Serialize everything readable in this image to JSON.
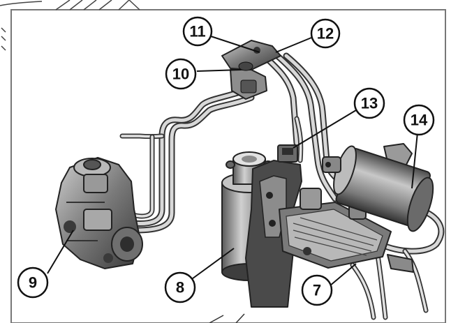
{
  "callouts": [
    {
      "id": "7",
      "label": "7"
    },
    {
      "id": "8",
      "label": "8"
    },
    {
      "id": "9",
      "label": "9"
    },
    {
      "id": "10",
      "label": "10"
    },
    {
      "id": "11",
      "label": "11"
    },
    {
      "id": "12",
      "label": "12"
    },
    {
      "id": "13",
      "label": "13"
    },
    {
      "id": "14",
      "label": "14"
    }
  ]
}
